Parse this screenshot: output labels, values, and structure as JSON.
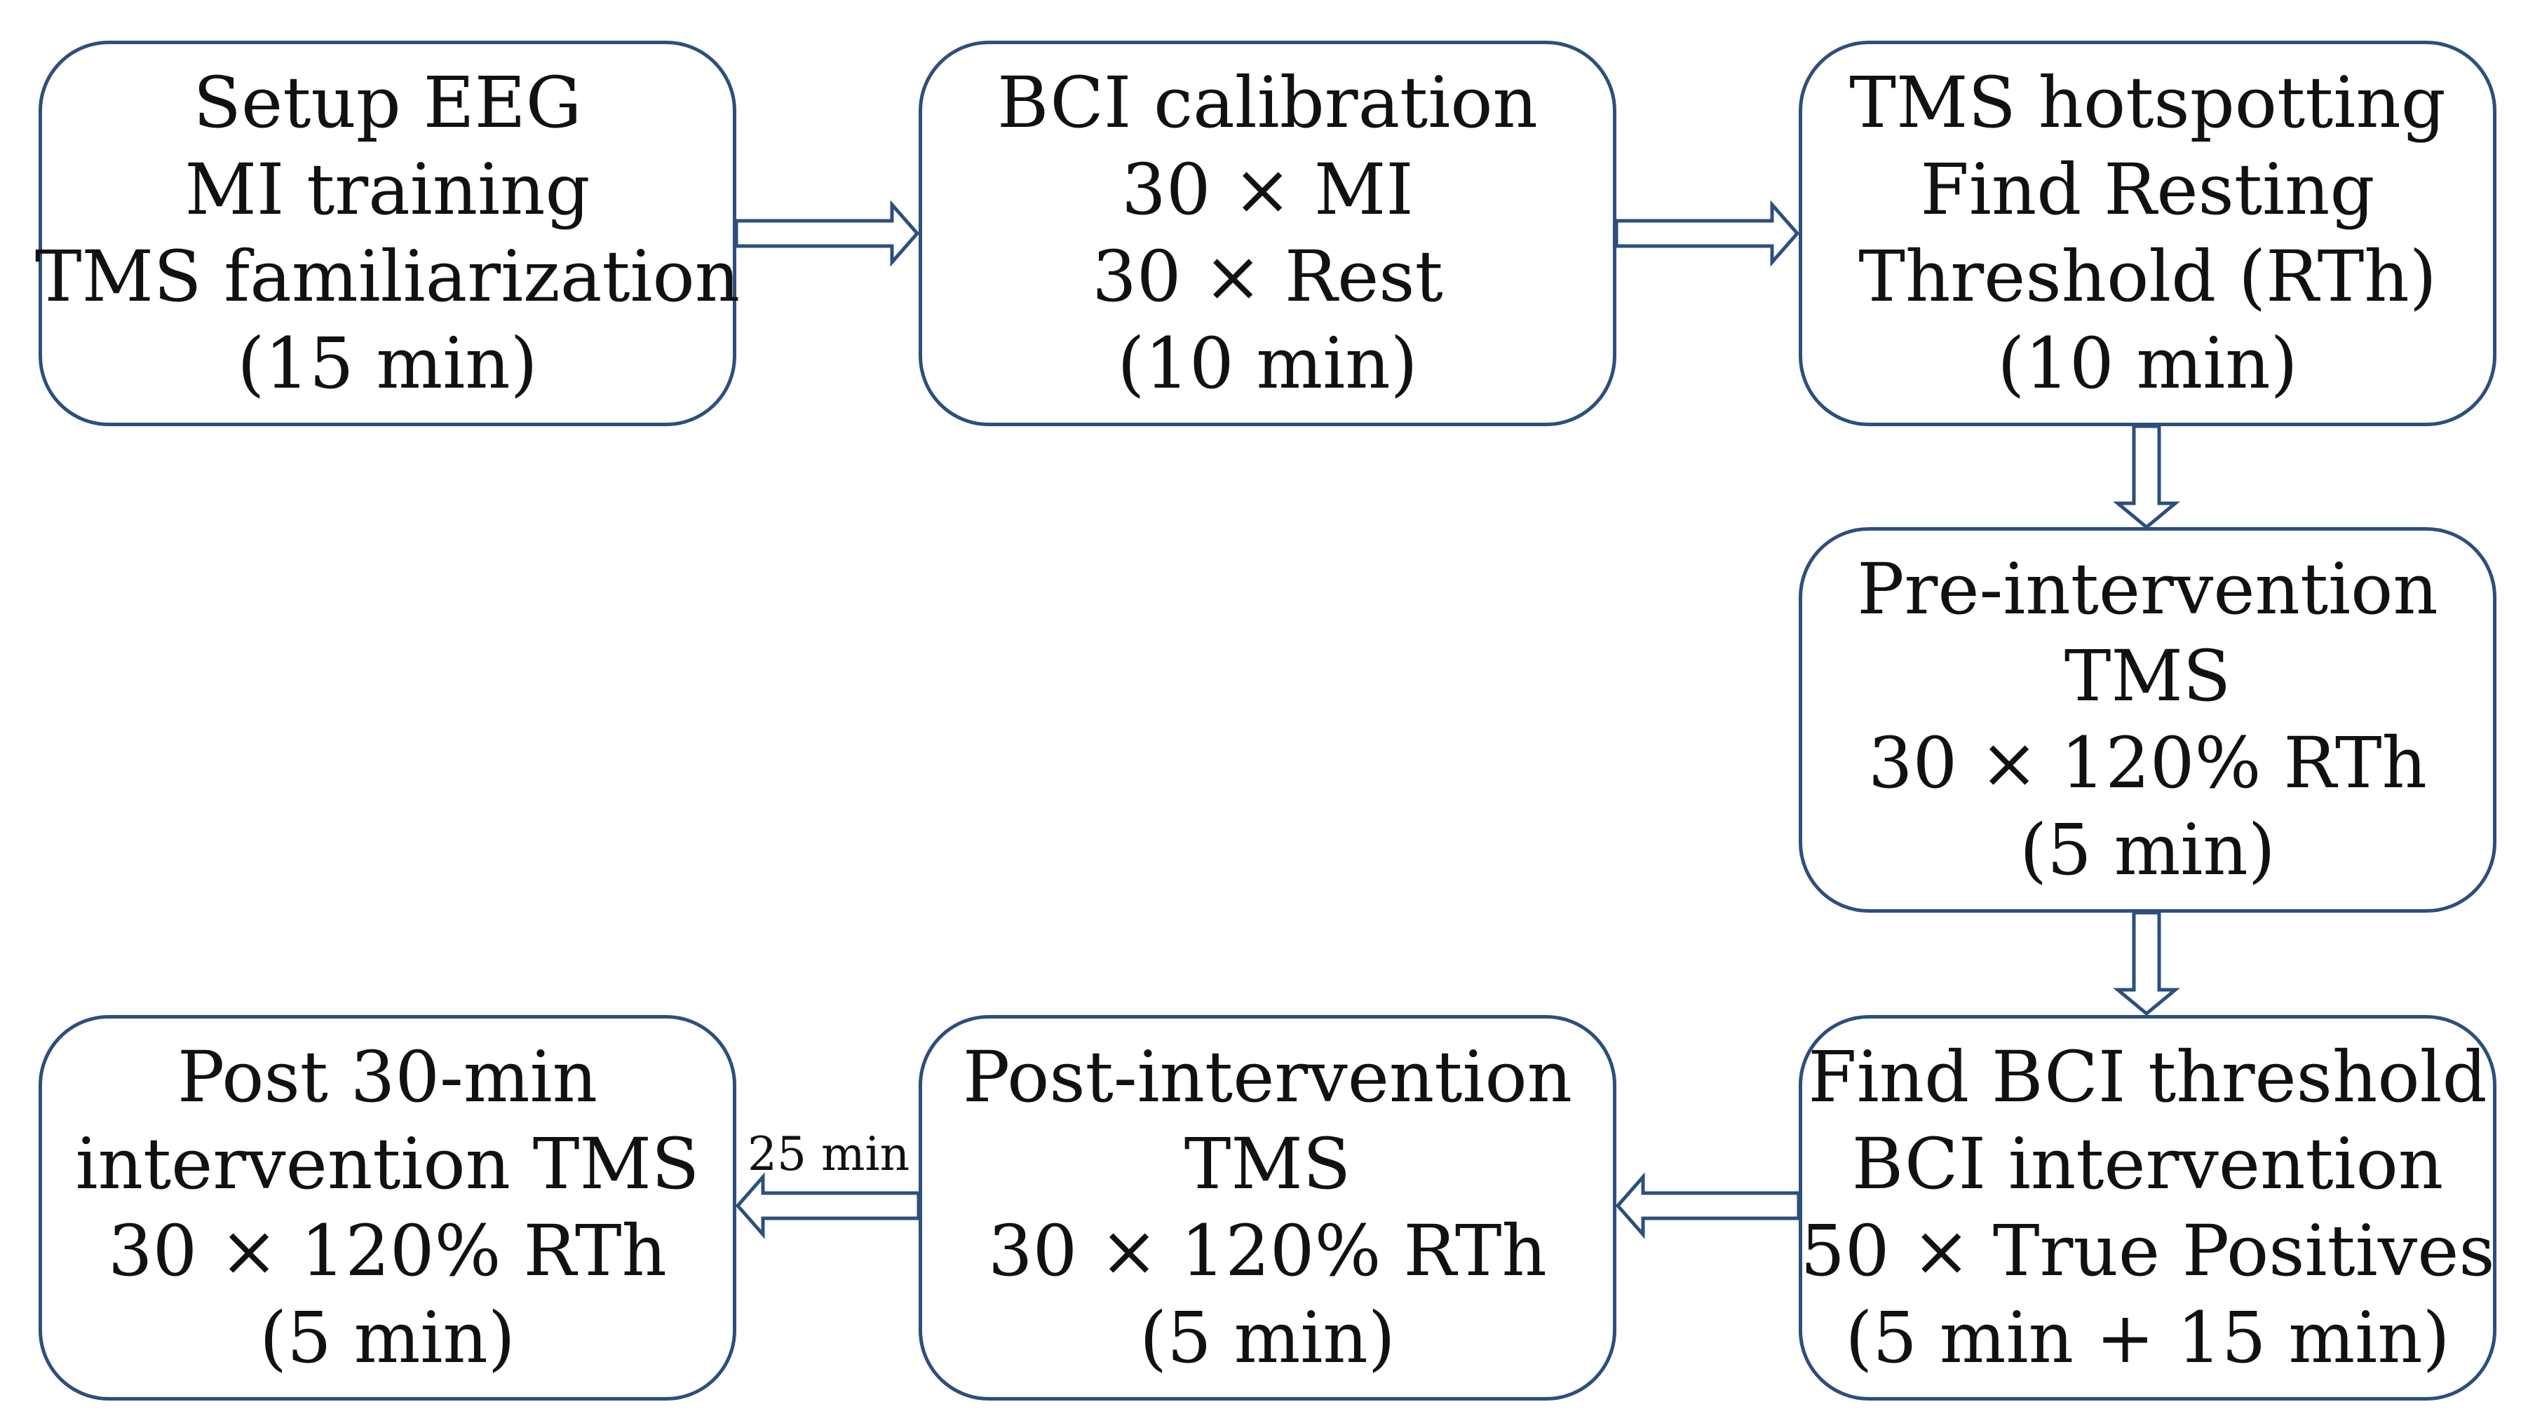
{
  "steps": {
    "setup": {
      "lines": [
        "Setup EEG",
        "MI training",
        "TMS familiarization",
        "(15 min)"
      ]
    },
    "calibration": {
      "lines": [
        "BCI calibration",
        "30 × MI",
        "30 × Rest",
        "(10 min)"
      ]
    },
    "hotspotting": {
      "lines": [
        "TMS hotspotting",
        "Find Resting",
        "Threshold (RTh)",
        "(10 min)"
      ]
    },
    "pre_intervention": {
      "lines": [
        "Pre-intervention",
        "TMS",
        "30 × 120% RTh",
        "(5 min)"
      ]
    },
    "bci_intervention": {
      "lines": [
        "Find BCI threshold",
        "BCI intervention",
        "50 × True Positives",
        "(5 min + 15 min)"
      ]
    },
    "post_intervention": {
      "lines": [
        "Post-intervention",
        "TMS",
        "30 × 120% RTh",
        "(5 min)"
      ]
    },
    "post_30": {
      "lines": [
        "Post 30-min",
        "intervention TMS",
        "30 × 120% RTh",
        "(5 min)"
      ]
    }
  },
  "arrow_labels": {
    "gap": "25 min"
  },
  "colors": {
    "border": "#2c4f7c",
    "arrow": "#2c4f7c",
    "text": "#111111"
  }
}
